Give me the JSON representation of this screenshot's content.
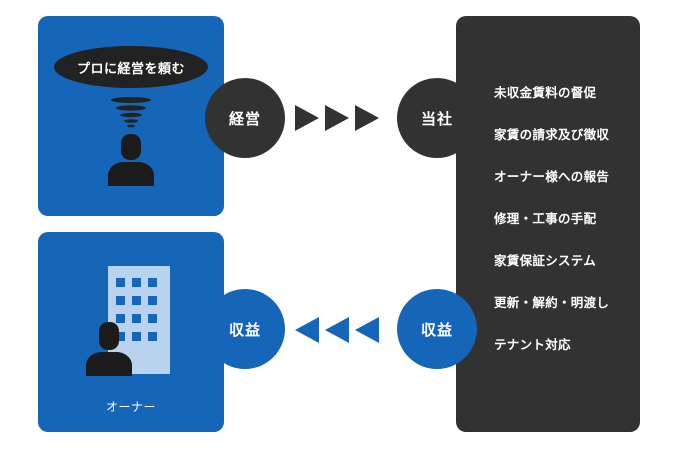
{
  "owner_panel_top": {
    "bubble_text": "プロに経営を頼む"
  },
  "flow_top": {
    "left_circle": "経営",
    "right_circle": "当社"
  },
  "company_panel": {
    "services": [
      "未収金賃料の督促",
      "家賃の請求及び徴収",
      "オーナー様への報告",
      "修理・工事の手配",
      "家賃保証システム",
      "更新・解約・明渡し",
      "テナント対応"
    ]
  },
  "flow_bottom": {
    "left_circle": "収益",
    "right_circle": "収益"
  },
  "owner_panel_bottom": {
    "label": "オーナー"
  },
  "colors": {
    "blue": "#1565b8",
    "dark": "#333232"
  },
  "icons": [
    "speech-bubble-icon",
    "sound-waves-icon",
    "person-icon",
    "building-icon",
    "arrow-right-icon",
    "arrow-left-icon"
  ]
}
